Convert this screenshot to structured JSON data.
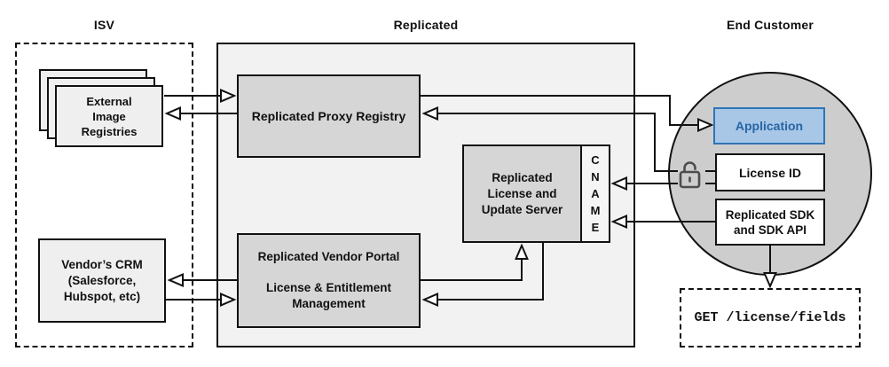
{
  "sections": {
    "isv": {
      "title": "ISV"
    },
    "replicated": {
      "title": "Replicated"
    },
    "end_customer": {
      "title": "End Customer"
    }
  },
  "nodes": {
    "external_registries": {
      "lines": [
        "External",
        "Image",
        "Registries"
      ]
    },
    "vendor_crm": {
      "lines": [
        "Vendor’s CRM",
        "(Salesforce,",
        "Hubspot, etc)"
      ]
    },
    "proxy_registry": {
      "label": "Replicated Proxy Registry"
    },
    "license_update_server": {
      "lines": [
        "Replicated",
        "License and",
        "Update Server"
      ]
    },
    "cname": {
      "letters": [
        "C",
        "N",
        "A",
        "M",
        "E"
      ]
    },
    "vendor_portal": {
      "title": "Replicated Vendor Portal",
      "subtitle": "License & Entitlement Management"
    },
    "application": {
      "label": "Application"
    },
    "license_id": {
      "label": "License ID"
    },
    "replicated_sdk": {
      "lines": [
        "Replicated SDK",
        "and SDK API"
      ]
    },
    "get_endpoint": {
      "label": "GET /license/fields"
    }
  },
  "icons": {
    "unlock": "unlock-icon"
  },
  "colors": {
    "application_fill": "#A8C7E7",
    "application_border": "#2E75B6",
    "application_text": "#2766A5",
    "replicated_container_fill": "#F2F2F2",
    "inner_box_fill": "#D6D6D6",
    "isv_box_fill": "#EFEFEF",
    "circle_fill": "#CDCDCD",
    "cname_fill": "#F5F5F5",
    "line_color": "#111111"
  }
}
